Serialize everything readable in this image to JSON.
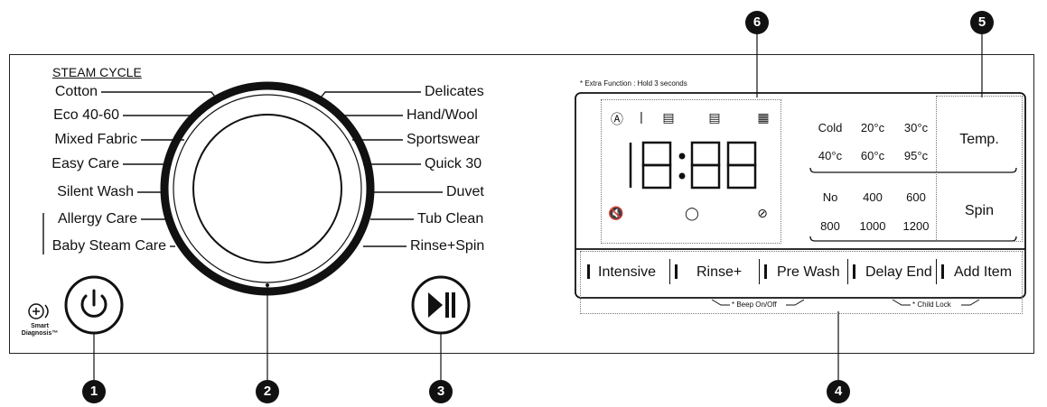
{
  "left_programs": {
    "header": "STEAM CYCLE",
    "items": [
      "Cotton",
      "Eco 40-60",
      "Mixed Fabric",
      "Easy Care",
      "Silent Wash",
      "Allergy Care",
      "Baby Steam Care"
    ]
  },
  "right_programs": {
    "items": [
      "Delicates",
      "Hand/Wool",
      "Sportswear",
      "Quick 30",
      "Duvet",
      "Tub Clean",
      "Rinse+Spin"
    ]
  },
  "display": {
    "extra_note": "* Extra Function : Hold 3 seconds",
    "digits": "18:88"
  },
  "temperature": {
    "values": [
      "Cold",
      "20°c",
      "30°c",
      "40°c",
      "60°c",
      "95°c"
    ],
    "button": "Temp."
  },
  "spin": {
    "values": [
      "No",
      "400",
      "600",
      "800",
      "1000",
      "1200"
    ],
    "button": "Spin"
  },
  "options": {
    "buttons": [
      "Intensive",
      "Rinse+",
      "Pre Wash",
      "Delay End",
      "Add Item"
    ],
    "beep_note": "* Beep On/Off",
    "child_lock_note": "* Child Lock"
  },
  "smart_diagnosis": "Smart Diagnosis™",
  "callouts": [
    "1",
    "2",
    "3",
    "4",
    "5",
    "6"
  ],
  "icons": {
    "power": "power-icon",
    "play_pause": "play-pause-icon",
    "smart_diagnosis": "smart-diagnosis-icon"
  }
}
